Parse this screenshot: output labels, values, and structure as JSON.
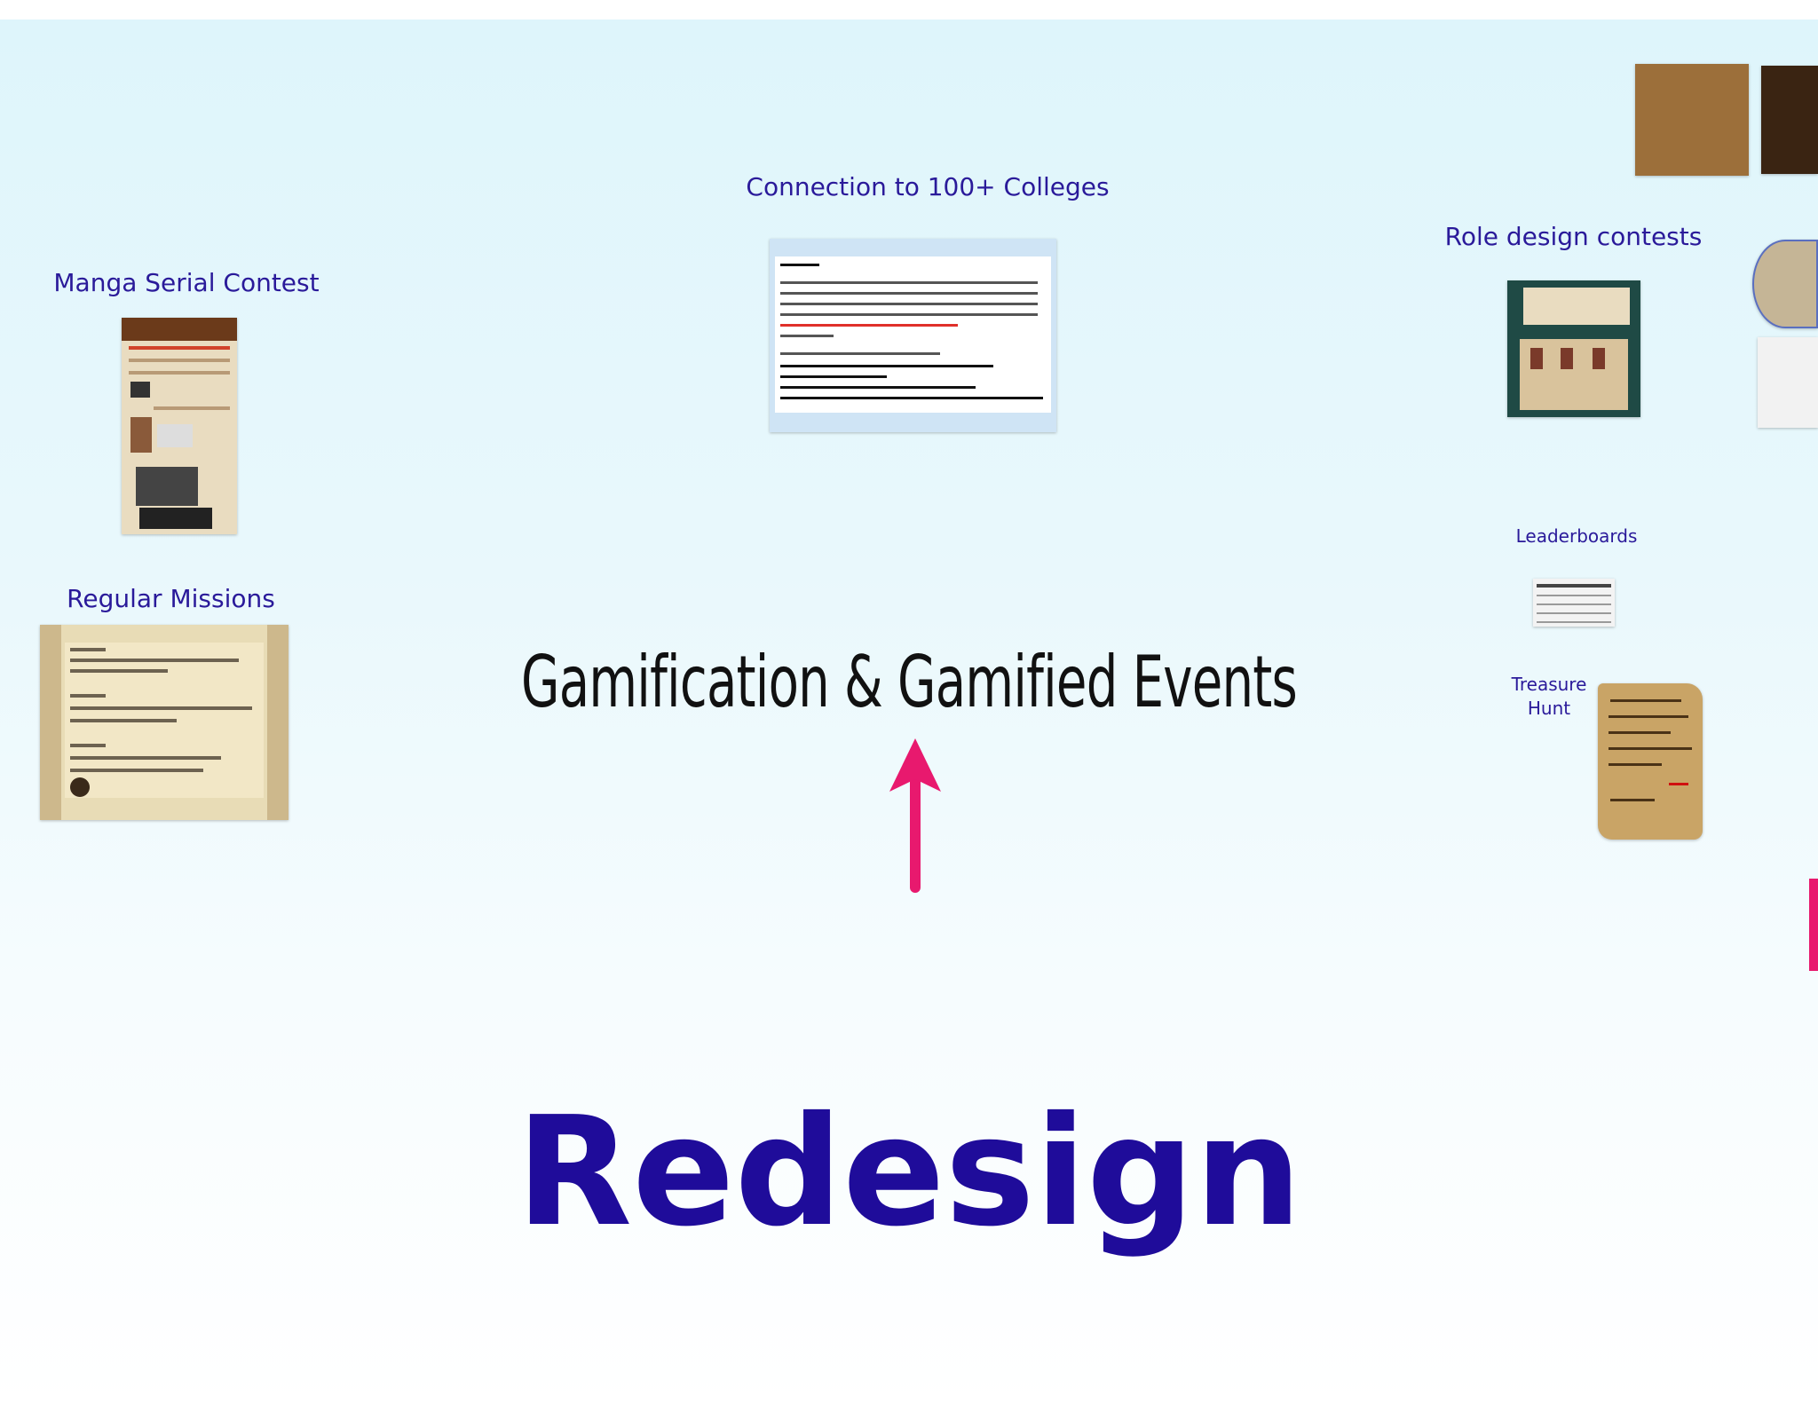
{
  "labels": {
    "manga": "Manga Serial Contest",
    "missions": "Regular Missions",
    "colleges": "Connection to 100+ Colleges",
    "role": "Role design contests",
    "leaderboards": "Leaderboards",
    "treasure_line1": "Treasure",
    "treasure_line2": "Hunt"
  },
  "main_title": "Gamification & Gamified Events",
  "redesign": "Redesign",
  "colors": {
    "label": "#2a1a9a",
    "redesign": "#1f0c9a",
    "arrow": "#e8196e"
  }
}
